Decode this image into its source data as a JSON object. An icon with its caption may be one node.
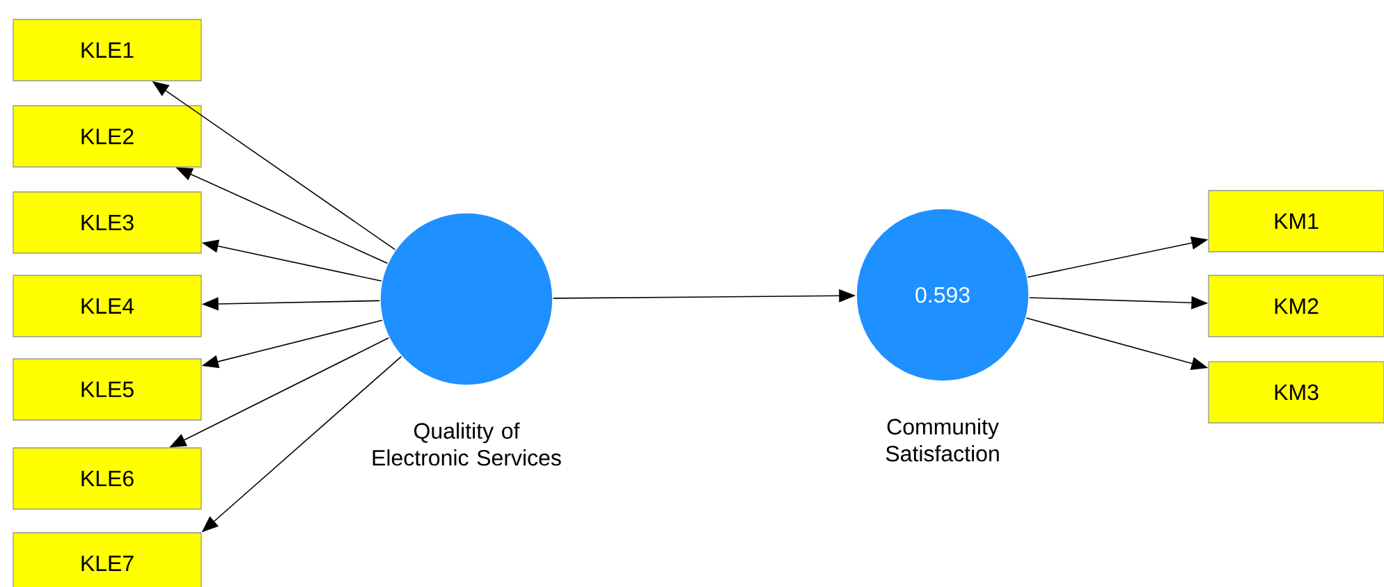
{
  "diagram": {
    "nodes": [
      {
        "text": [
          "KLE1"
        ]
      },
      {
        "text": [
          "KLE2"
        ]
      },
      {
        "text": [
          "KLE3"
        ]
      },
      {
        "text": [
          "KLE4"
        ]
      },
      {
        "text": [
          "KLE5"
        ]
      },
      {
        "text": [
          "KLE6"
        ]
      },
      {
        "text": [
          "KLE7"
        ]
      },
      {
        "text": [],
        "shape": "circle",
        "beside": [
          "Qualitity of Electronic Services"
        ]
      },
      {
        "text": [
          "0.593"
        ],
        "beside": [
          "Community Satisfaction"
        ]
      },
      {
        "text": [
          "KM1"
        ]
      },
      {
        "text": [
          "KM2"
        ]
      },
      {
        "text": [
          "KM3"
        ]
      }
    ],
    "edges": [
      {
        "from": 7,
        "to": 0,
        "arrow": "to"
      },
      {
        "from": 7,
        "to": 1,
        "arrow": "to"
      },
      {
        "from": 7,
        "to": 2,
        "arrow": "to"
      },
      {
        "from": 7,
        "to": 3,
        "arrow": "to"
      },
      {
        "from": 7,
        "to": 4,
        "arrow": "to"
      },
      {
        "from": 7,
        "to": 5,
        "arrow": "to"
      },
      {
        "from": 7,
        "to": 6,
        "arrow": "to"
      },
      {
        "from": 7,
        "to": 8,
        "arrow": "to"
      },
      {
        "from": 8,
        "to": 9,
        "arrow": "to"
      },
      {
        "from": 8,
        "to": 10,
        "arrow": "to"
      },
      {
        "from": 8,
        "to": 11,
        "arrow": "to"
      }
    ]
  }
}
